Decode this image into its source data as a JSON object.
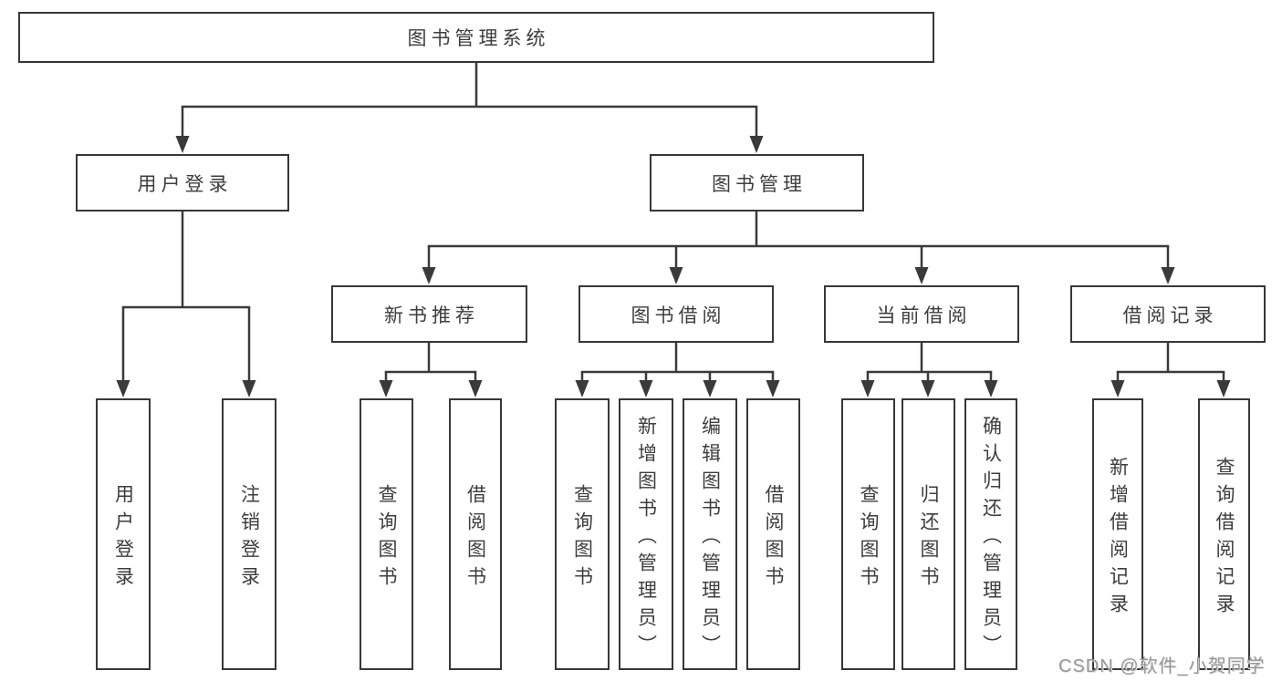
{
  "colors": {
    "line": "#3a3a3a",
    "box_border": "#373737",
    "text": "#3d3d3d",
    "watermark": "#969696",
    "background": "#ffffff"
  },
  "diagram": {
    "type": "hierarchy-tree",
    "nodes": {
      "root": {
        "label": "图书管理系统",
        "children": [
          "user_login",
          "book_management"
        ]
      },
      "user_login": {
        "label": "用户登录",
        "children": [
          "leaf_user_login",
          "leaf_logout"
        ]
      },
      "book_management": {
        "label": "图书管理",
        "children": [
          "new_book_recommend",
          "book_borrow",
          "current_borrow",
          "borrow_records"
        ]
      },
      "new_book_recommend": {
        "label": "新书推荐",
        "children": [
          "nbr_query_books",
          "nbr_borrow_books"
        ]
      },
      "book_borrow": {
        "label": "图书借阅",
        "children": [
          "bb_query_books",
          "bb_add_books",
          "bb_edit_books",
          "bb_borrow_books"
        ]
      },
      "current_borrow": {
        "label": "当前借阅",
        "children": [
          "cb_query_books",
          "cb_return_books",
          "cb_confirm_return"
        ]
      },
      "borrow_records": {
        "label": "借阅记录",
        "children": [
          "br_add_record",
          "br_query_record"
        ]
      },
      "leaf_user_login": {
        "label": "用户登录"
      },
      "leaf_logout": {
        "label": "注销登录"
      },
      "nbr_query_books": {
        "label": "查询图书"
      },
      "nbr_borrow_books": {
        "label": "借阅图书"
      },
      "bb_query_books": {
        "label": "查询图书"
      },
      "bb_add_books": {
        "label": "新增图书（管理员）"
      },
      "bb_edit_books": {
        "label": "编辑图书（管理员）"
      },
      "bb_borrow_books": {
        "label": "借阅图书"
      },
      "cb_query_books": {
        "label": "查询图书"
      },
      "cb_return_books": {
        "label": "归还图书"
      },
      "cb_confirm_return": {
        "label": "确认归还（管理员）"
      },
      "br_add_record": {
        "label": "新增借阅记录"
      },
      "br_query_record": {
        "label": "查询借阅记录"
      }
    }
  },
  "watermark": {
    "text": "CSDN @软件_小贺同学"
  }
}
